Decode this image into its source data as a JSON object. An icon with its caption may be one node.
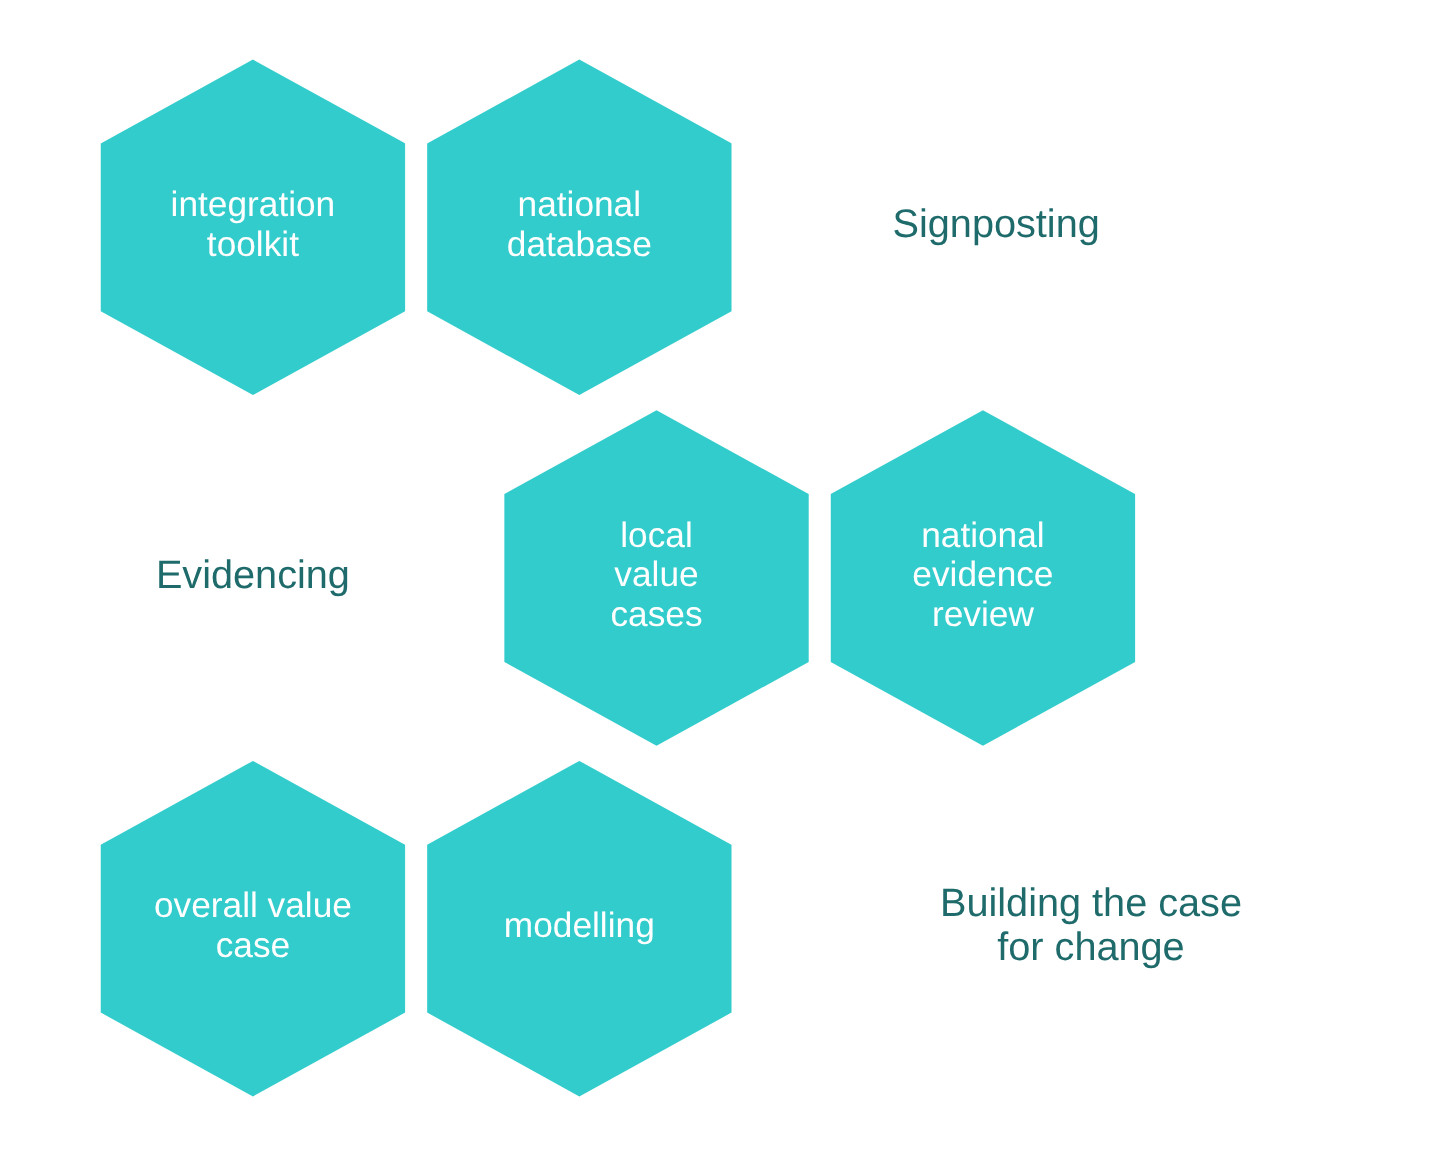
{
  "diagram": {
    "nodes": [
      {
        "text": [
          "integration toolkit"
        ]
      },
      {
        "text": [
          "national database"
        ]
      },
      {
        "text": [
          "local value cases"
        ]
      },
      {
        "text": [
          "national evidence review"
        ]
      },
      {
        "text": [
          "overall value case"
        ]
      },
      {
        "text": [
          "modelling"
        ]
      }
    ],
    "labels": [
      "Signposting",
      "Evidencing",
      "Building the case for change"
    ]
  }
}
